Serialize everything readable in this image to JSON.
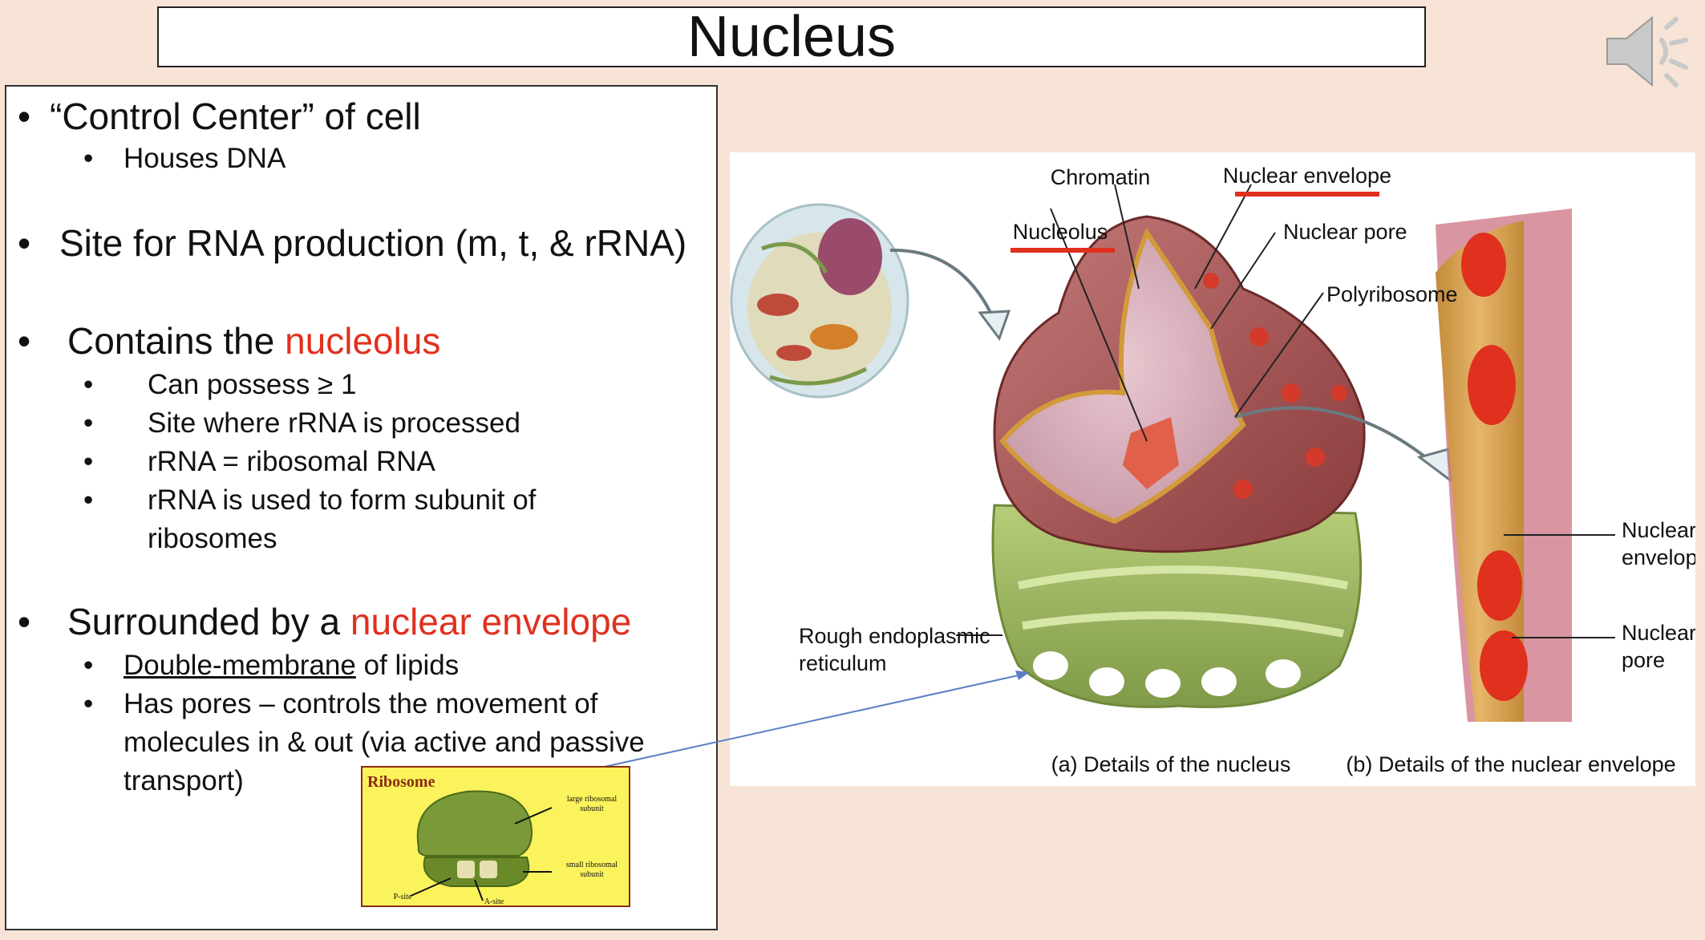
{
  "title": "Nucleus",
  "bullets": {
    "control_center": "“Control Center” of cell",
    "houses_dna": "Houses DNA",
    "rna_site": "Site for RNA production (m, t, & rRNA)",
    "contains_prefix": "Contains the ",
    "contains_highlight": "nucleolus",
    "possess": "Can possess ≥ 1",
    "processed": "Site where rRNA is processed",
    "rrna_def": "rRNA = ribosomal RNA",
    "subunit_1": "rRNA is used to form subunit of",
    "subunit_2": "ribosomes",
    "surrounded_prefix": "Surrounded by a ",
    "surrounded_highlight": "nuclear envelope",
    "double_ul": "Double-membrane",
    "double_rest": " of lipids",
    "pores_1": "Has pores – controls the movement of",
    "pores_2": "molecules in & out (via active and passive",
    "pores_3": "transport)"
  },
  "figure": {
    "chromatin": "Chromatin",
    "nuclear_envelope": "Nuclear envelope",
    "nucleolus": "Nucleolus",
    "nuclear_pore": "Nuclear pore",
    "polyribosome": "Polyribosome",
    "rer_1": "Rough endoplasmic",
    "rer_2": "reticulum",
    "ne_right_1": "Nuclear",
    "ne_right_2": "envelope",
    "np_right_1": "Nuclear",
    "np_right_2": "pore",
    "caption_a": "(a) Details of the nucleus",
    "caption_b": "(b) Details of the nuclear envelope"
  },
  "ribosome": {
    "title": "Ribosome",
    "large_1": "large ribosomal",
    "large_2": "subunit",
    "small_1": "small ribosomal",
    "small_2": "subunit",
    "psite": "P-site",
    "asite": "A-site"
  },
  "colors": {
    "highlight": "#e0301e",
    "background": "#f7e4d6"
  }
}
